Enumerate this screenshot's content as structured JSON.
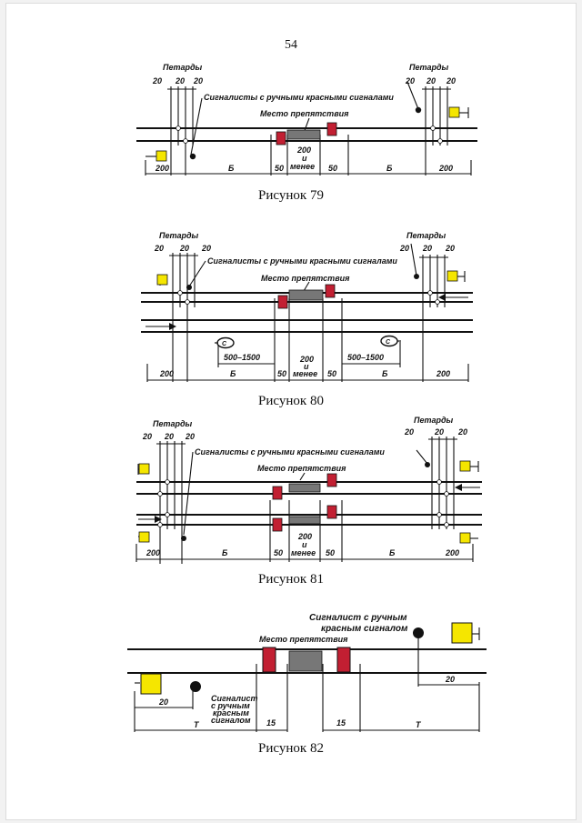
{
  "page_number": "54",
  "colors": {
    "signal_red": "#c21f32",
    "signal_yellow": "#f5e600",
    "obstacle_hatch": "#777777"
  },
  "fig79": {
    "caption": "Рисунок 79",
    "petards_left": "Петарды",
    "petards_right": "Петарды",
    "signalmen": "Сигналисты с ручными красными сигналами",
    "obstacle": "Место препятствия",
    "top_dims_left": [
      "20",
      "20",
      "20"
    ],
    "top_dims_right": [
      "20",
      "20",
      "20"
    ],
    "bottom_dims": [
      "200",
      "Б",
      "50",
      "200",
      "и",
      "менее",
      "50",
      "Б",
      "200"
    ]
  },
  "fig80": {
    "caption": "Рисунок 80",
    "petards_left": "Петарды",
    "petards_right": "Петарды",
    "signalmen": "Сигналисты с ручными красными сигналами",
    "obstacle": "Место препятствия",
    "top_dims_left": [
      "20",
      "20",
      "20"
    ],
    "top_dims_right": [
      "20",
      "20",
      "20"
    ],
    "sign_left": "С",
    "sign_right": "С",
    "range_left": "500–1500",
    "range_right": "500–1500",
    "bottom_dims": [
      "200",
      "Б",
      "50",
      "200",
      "и",
      "менее",
      "50",
      "Б",
      "200"
    ]
  },
  "fig81": {
    "caption": "Рисунок 81",
    "petards_left": "Петарды",
    "petards_right": "Петарды",
    "signalmen": "Сигналисты с ручными красными сигналами",
    "obstacle": "Место препятствия",
    "top_dims_left": [
      "20",
      "20",
      "20"
    ],
    "top_dims_right": [
      "20",
      "20",
      "20"
    ],
    "bottom_dims": [
      "200",
      "Б",
      "50",
      "200",
      "и",
      "менее",
      "50",
      "Б",
      "200"
    ]
  },
  "fig82": {
    "caption": "Рисунок 82",
    "signalman_top_1": "Сигналист с ручным",
    "signalman_top_2": "красным сигналом",
    "signalman_left": [
      "Сигналист",
      "с ручным",
      "красным",
      "сигналом"
    ],
    "obstacle": "Место препятствия",
    "dims": [
      "20",
      "20",
      "Т",
      "15",
      "15",
      "Т"
    ]
  }
}
